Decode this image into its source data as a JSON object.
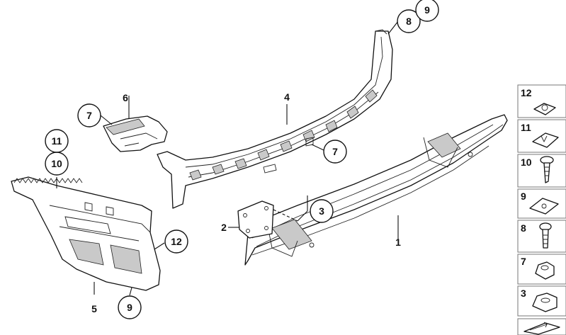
{
  "callouts": {
    "c1": "1",
    "c2": "2",
    "c3": "3",
    "c4": "4",
    "c5": "5",
    "c6": "6",
    "c7a": "7",
    "c7b": "7",
    "c8": "8",
    "c9a": "9",
    "c9b": "9",
    "c10": "10",
    "c11": "11",
    "c12": "12"
  },
  "legend": [
    "12",
    "11",
    "10",
    "9",
    "8",
    "7",
    "3"
  ]
}
